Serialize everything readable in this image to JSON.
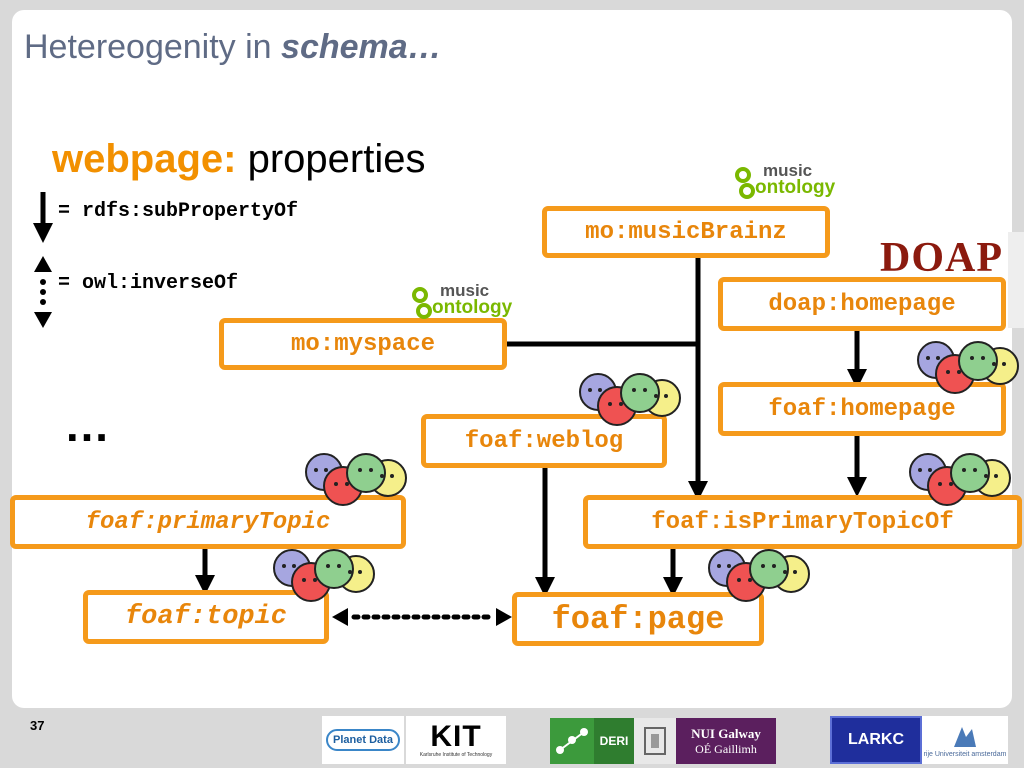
{
  "slide": {
    "title_prefix": "Hetereogenity in ",
    "title_emph": "schema…",
    "heading_keyword": "webpage:",
    "heading_rest": " properties",
    "page_number": "37",
    "ellipsis": "…"
  },
  "legend": {
    "subproperty": "= rdfs:subPropertyOf",
    "inverse": "= owl:inverseOf"
  },
  "nodes": {
    "mo_musicbrainz": "mo:musicBrainz",
    "mo_myspace": "mo:myspace",
    "doap_homepage": "doap:homepage",
    "foaf_homepage": "foaf:homepage",
    "foaf_weblog": "foaf:weblog",
    "foaf_primarytopic": "foaf:primaryTopic",
    "foaf_isprimarytopicof": "foaf:isPrimaryTopicOf",
    "foaf_topic": "foaf:topic",
    "foaf_page": "foaf:page"
  },
  "logos": {
    "music_line1": "music",
    "music_line2": "ontology",
    "doap": "DOAP"
  },
  "footer": {
    "planetdata": "Planet Data",
    "kit": "KIT",
    "kit_sub": "Karlsruhe Institute of Technology",
    "deri": "DERI",
    "nui_line1": "NUI Galway",
    "nui_line2": "OÉ Gaillimh",
    "larkc": "LARKC",
    "vu": "rije Universiteit amsterdam"
  },
  "colors": {
    "node_border": "#f59a1b",
    "node_text": "#e8860b",
    "title": "#5f6b85",
    "keyword": "#f29000",
    "music_green": "#7ab800"
  }
}
